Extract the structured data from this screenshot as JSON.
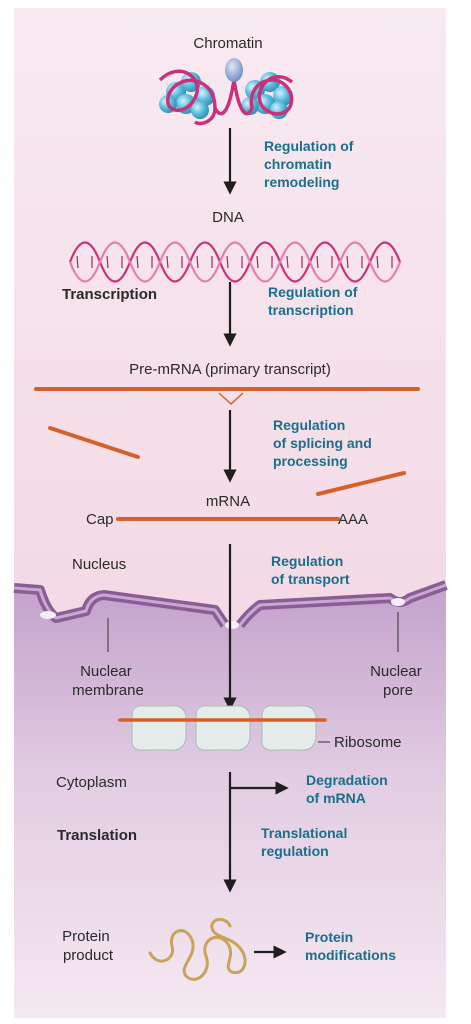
{
  "labels": {
    "chromatin": "Chromatin",
    "dna": "DNA",
    "transcription": "Transcription",
    "pre_mrna": "Pre-mRNA (primary transcript)",
    "mrna": "mRNA",
    "cap": "Cap",
    "aaa": "AAA",
    "nucleus": "Nucleus",
    "nuclear_membrane": [
      "Nuclear",
      "membrane"
    ],
    "nuclear_pore": [
      "Nuclear",
      "pore"
    ],
    "ribosome": "Ribosome",
    "cytoplasm": "Cytoplasm",
    "translation": "Translation",
    "protein_product": [
      "Protein",
      "product"
    ]
  },
  "regulation": {
    "chromatin_remodeling": [
      "Regulation of",
      "chromatin",
      "remodeling"
    ],
    "transcription": [
      "Regulation of",
      "transcription"
    ],
    "splicing": [
      "Regulation",
      "of splicing and",
      "processing"
    ],
    "transport": [
      "Regulation",
      "of transport"
    ],
    "degradation": [
      "Degradation",
      "of mRNA"
    ],
    "translational": [
      "Translational",
      "regulation"
    ],
    "protein_modifications": [
      "Protein",
      "modifications"
    ]
  },
  "colors": {
    "nucleus_top": "#f7e6ee",
    "nucleus_bottom": "#f0d0de",
    "cytoplasm_top": "#c9a8d0",
    "cytoplasm_bottom": "#f3e4ef",
    "membrane": "#8a5e95",
    "rna": "#d4602a",
    "dna": "#c9317a",
    "histone": "#4fb3d6",
    "ribosome": "#e4ecea",
    "protein": "#c8a35a",
    "regulation_text": "#1a6f8c"
  }
}
